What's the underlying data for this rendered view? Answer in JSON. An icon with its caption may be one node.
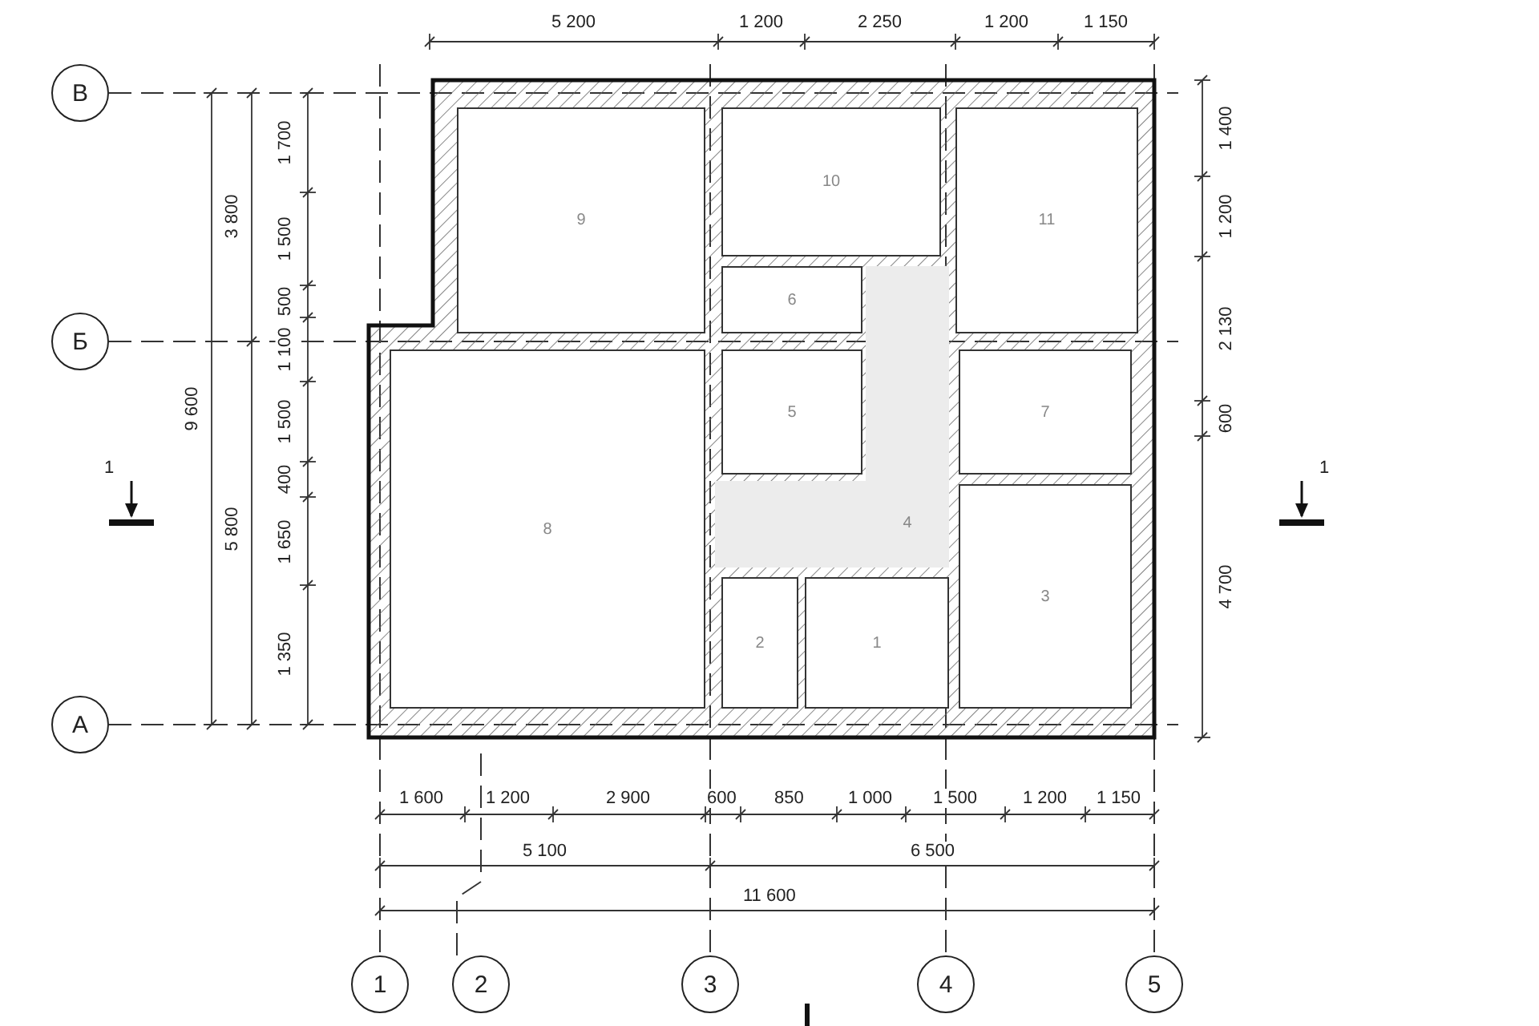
{
  "diagram": {
    "nodes": [
      {
        "text": [
          "В"
        ]
      },
      {
        "text": [
          "9"
        ]
      },
      {
        "text": [
          "10"
        ]
      },
      {
        "text": [
          "11"
        ]
      },
      {
        "text": [
          "6"
        ]
      },
      {
        "text": [
          "Б"
        ]
      },
      {
        "text": [
          "8"
        ]
      },
      {
        "text": [
          "5"
        ]
      },
      {
        "text": [
          "7"
        ]
      },
      {
        "text": [
          "4"
        ]
      },
      {
        "text": [
          "3"
        ]
      },
      {
        "text": [
          "2"
        ]
      },
      {
        "text": [
          "1"
        ]
      },
      {
        "text": [
          "А"
        ]
      },
      {
        "text": [
          "1"
        ]
      },
      {
        "text": [
          "2"
        ]
      },
      {
        "text": [
          "3"
        ]
      },
      {
        "text": [
          "4"
        ]
      },
      {
        "text": [
          "5"
        ]
      }
    ],
    "labels": [
      "5 200",
      "1 200",
      "2 250",
      "1 200",
      "1 150",
      "1 700",
      "3 800",
      "1 500",
      "500",
      "1 100",
      "9 600",
      "1 500",
      "400",
      "5 800",
      "1 650",
      "1 350",
      "1 400",
      "1 200",
      "2 130",
      "600",
      "4 700",
      "1",
      "1",
      "1 600",
      "1 200",
      "2 900",
      "600",
      "850",
      "1 000",
      "1 500",
      "1 200",
      "1 150",
      "5 100",
      "6 500",
      "11 600"
    ]
  }
}
